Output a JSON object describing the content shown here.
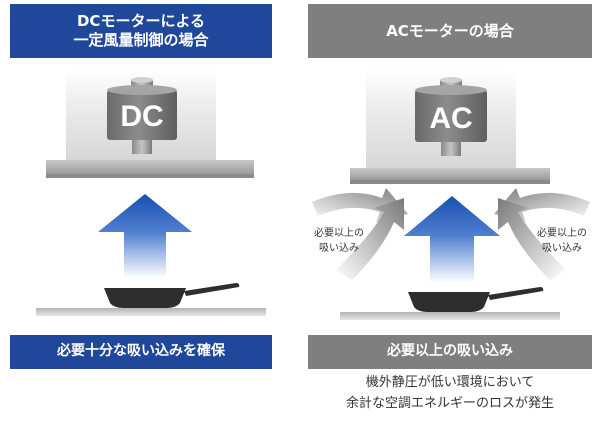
{
  "dc": {
    "title": "DCモーターによる\n一定風量制御の場合",
    "motor_label": "DC",
    "caption": "必要十分な吸い込みを確保",
    "colors": {
      "banner": "#1f479a",
      "arrow_top": "#1a4fb0",
      "arrow_bottom": "#ffffff"
    }
  },
  "ac": {
    "title": "ACモーターの場合",
    "motor_label": "AC",
    "caption": "必要以上の吸い込み",
    "side_label_left": "必要以上の\n吸い込み",
    "side_label_right": "必要以上の\n吸い込み",
    "note": "機外静圧が低い環境において\n余計な空調エネルギーのロスが発生",
    "colors": {
      "banner": "#7f7f7f",
      "arrow_top": "#1a4fb0",
      "side_arrow": "#8c8c8c"
    }
  }
}
